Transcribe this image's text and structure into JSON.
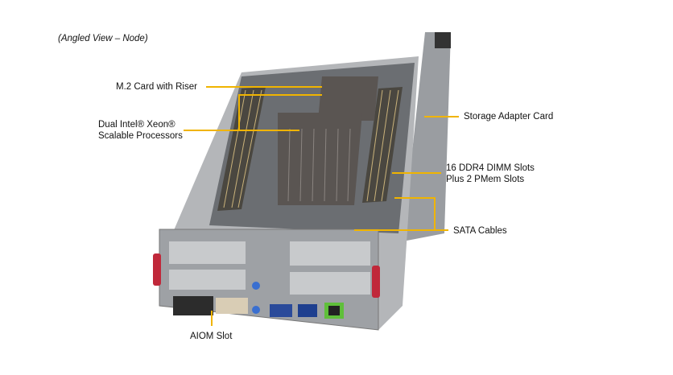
{
  "caption": "(Angled View – Node)",
  "callouts": {
    "m2": "M.2 Card with Riser",
    "cpu_line1": "Dual Intel® Xeon®",
    "cpu_line2": "Scalable Processors",
    "storage": "Storage Adapter Card",
    "dimm_line1": "16 DDR4 DIMM Slots",
    "dimm_line2": "Plus 2 PMem Slots",
    "sata": "SATA Cables",
    "aiom": "AIOM Slot"
  },
  "colors": {
    "callout_line": "#f0b400",
    "chassis": "#8a8d91",
    "heatsink": "#5a5552"
  }
}
